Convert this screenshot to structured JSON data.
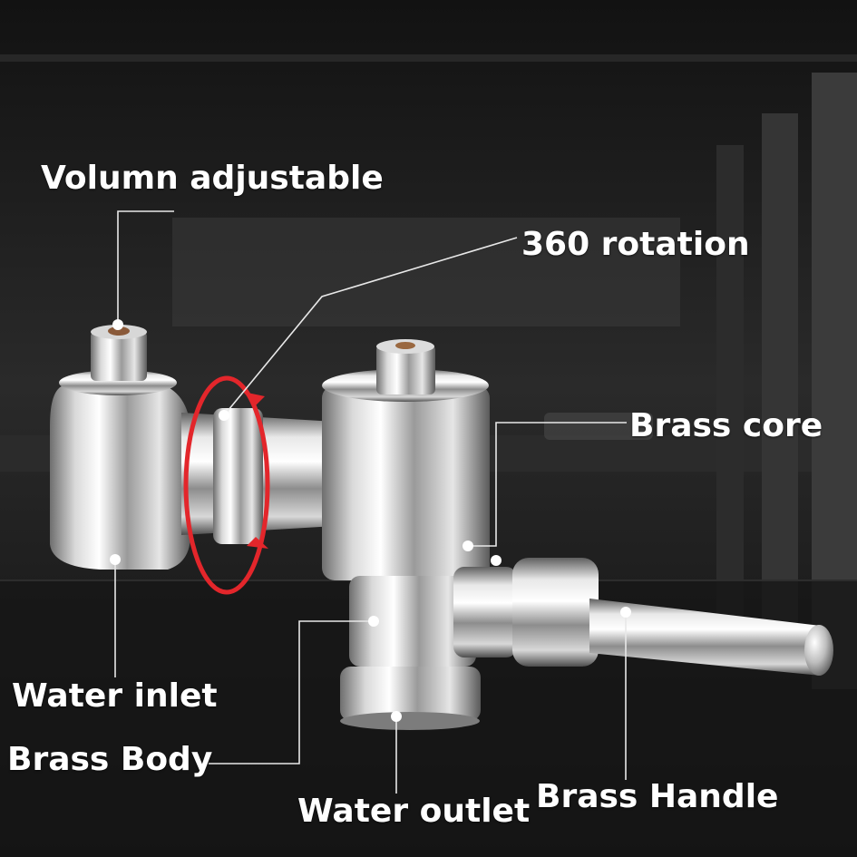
{
  "callouts": {
    "volume": "Volumn adjustable",
    "rotation": "360 rotation",
    "brass_core": "Brass core",
    "water_inlet": "Water inlet",
    "brass_body": "Brass Body",
    "water_outlet": "Water outlet",
    "brass_handle": "Brass Handle"
  },
  "colors": {
    "label_text": "#ffffff",
    "leader_line": "#e8e8e8",
    "rotation_arrow": "#e3262b",
    "background": "#1c1c1c"
  }
}
